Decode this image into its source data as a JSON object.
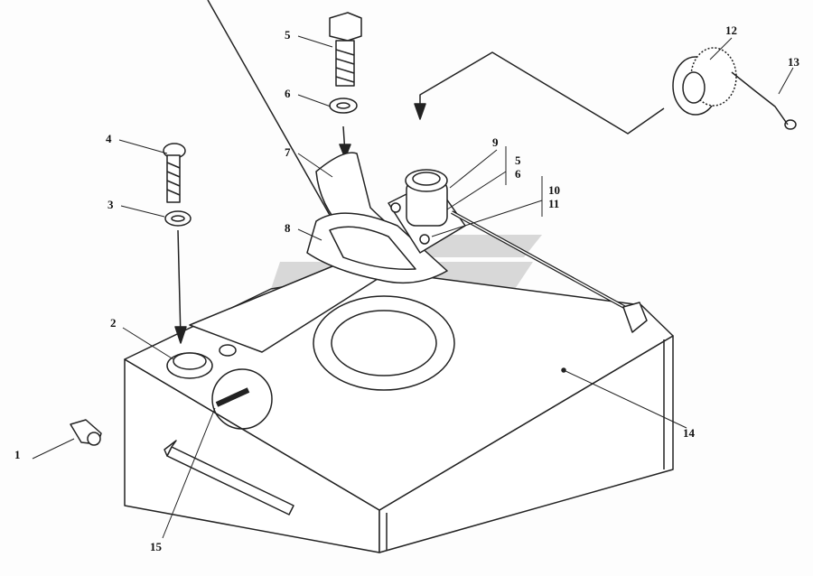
{
  "diagram": {
    "callouts": [
      {
        "id": "c1",
        "text": "1"
      },
      {
        "id": "c2",
        "text": "2"
      },
      {
        "id": "c3",
        "text": "3"
      },
      {
        "id": "c4",
        "text": "4"
      },
      {
        "id": "c5",
        "text": "5"
      },
      {
        "id": "c6",
        "text": "6"
      },
      {
        "id": "c7",
        "text": "7"
      },
      {
        "id": "c8",
        "text": "8"
      },
      {
        "id": "c9",
        "text": "9"
      },
      {
        "id": "c5b",
        "text": "5"
      },
      {
        "id": "c6b",
        "text": "6"
      },
      {
        "id": "c10",
        "text": "10"
      },
      {
        "id": "c11",
        "text": "11"
      },
      {
        "id": "c12",
        "text": "12"
      },
      {
        "id": "c13",
        "text": "13"
      },
      {
        "id": "c14",
        "text": "14"
      },
      {
        "id": "c15",
        "text": "15"
      }
    ],
    "colors": {
      "line": "#222222",
      "watermark": "#c8c8c8"
    }
  }
}
